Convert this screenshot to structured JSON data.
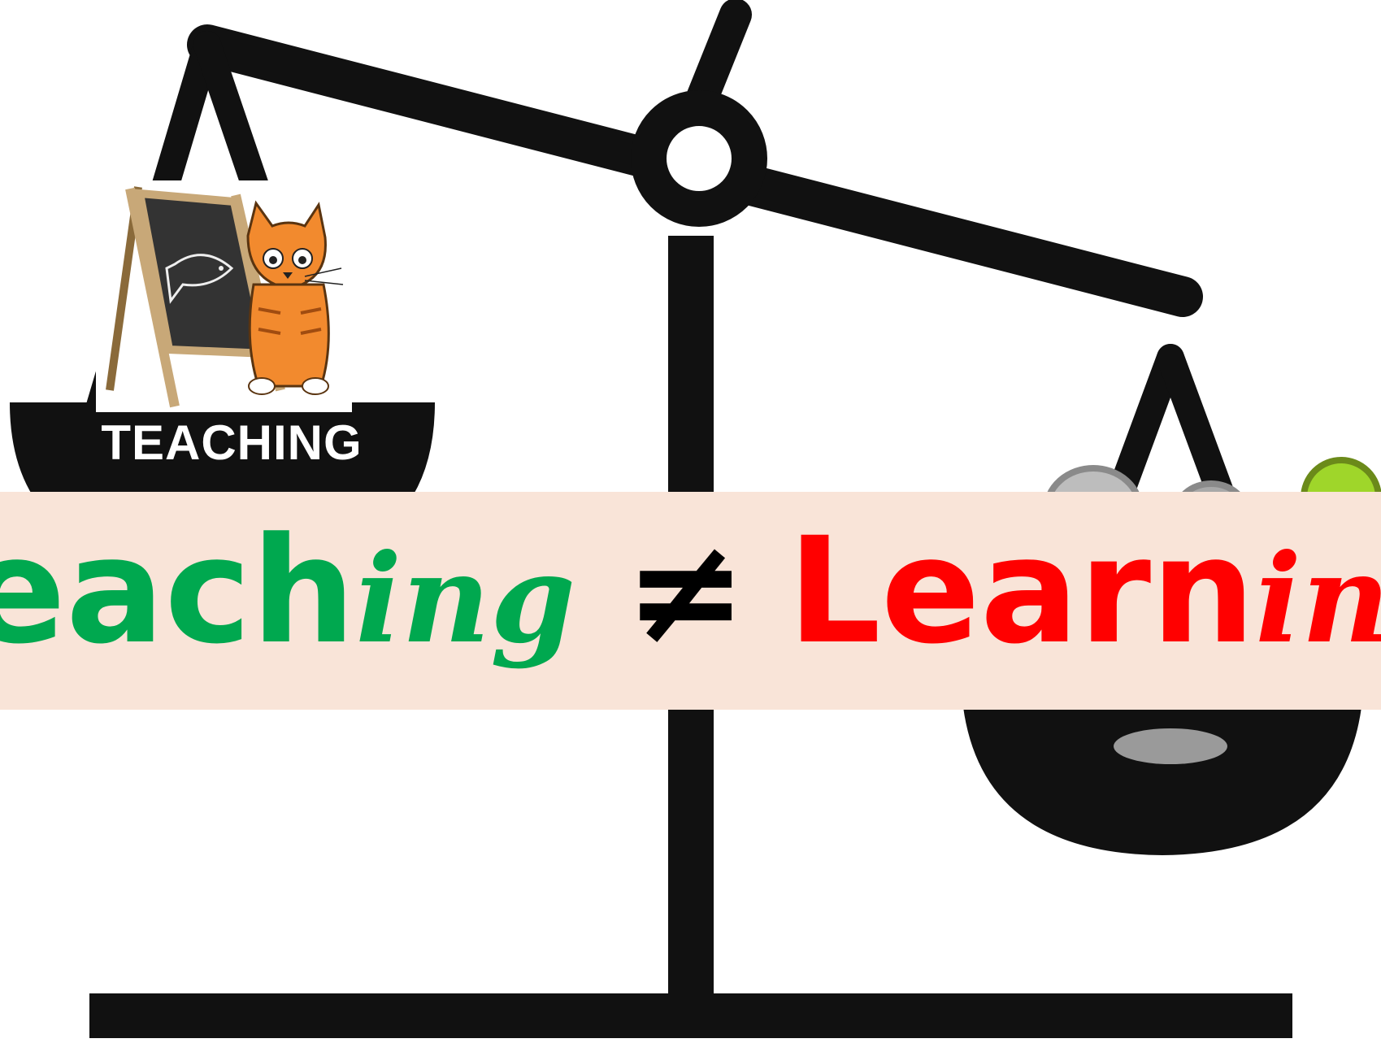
{
  "left_pan": {
    "label": "TEACHING"
  },
  "banner": {
    "word1_stem": "Teach",
    "word1_suffix": "ing",
    "operator": "≠",
    "word2_stem": "Learn",
    "word2_suffix": "ing"
  },
  "icons": {
    "scale": "balance-scale-icon",
    "chalkboard": "chalkboard-icon",
    "cat": "cat-icon"
  },
  "colors": {
    "teaching": "#00a84f",
    "learning": "#ff0000",
    "operator": "#000000",
    "banner_background": "#f9e4d8",
    "scale": "#111111"
  }
}
